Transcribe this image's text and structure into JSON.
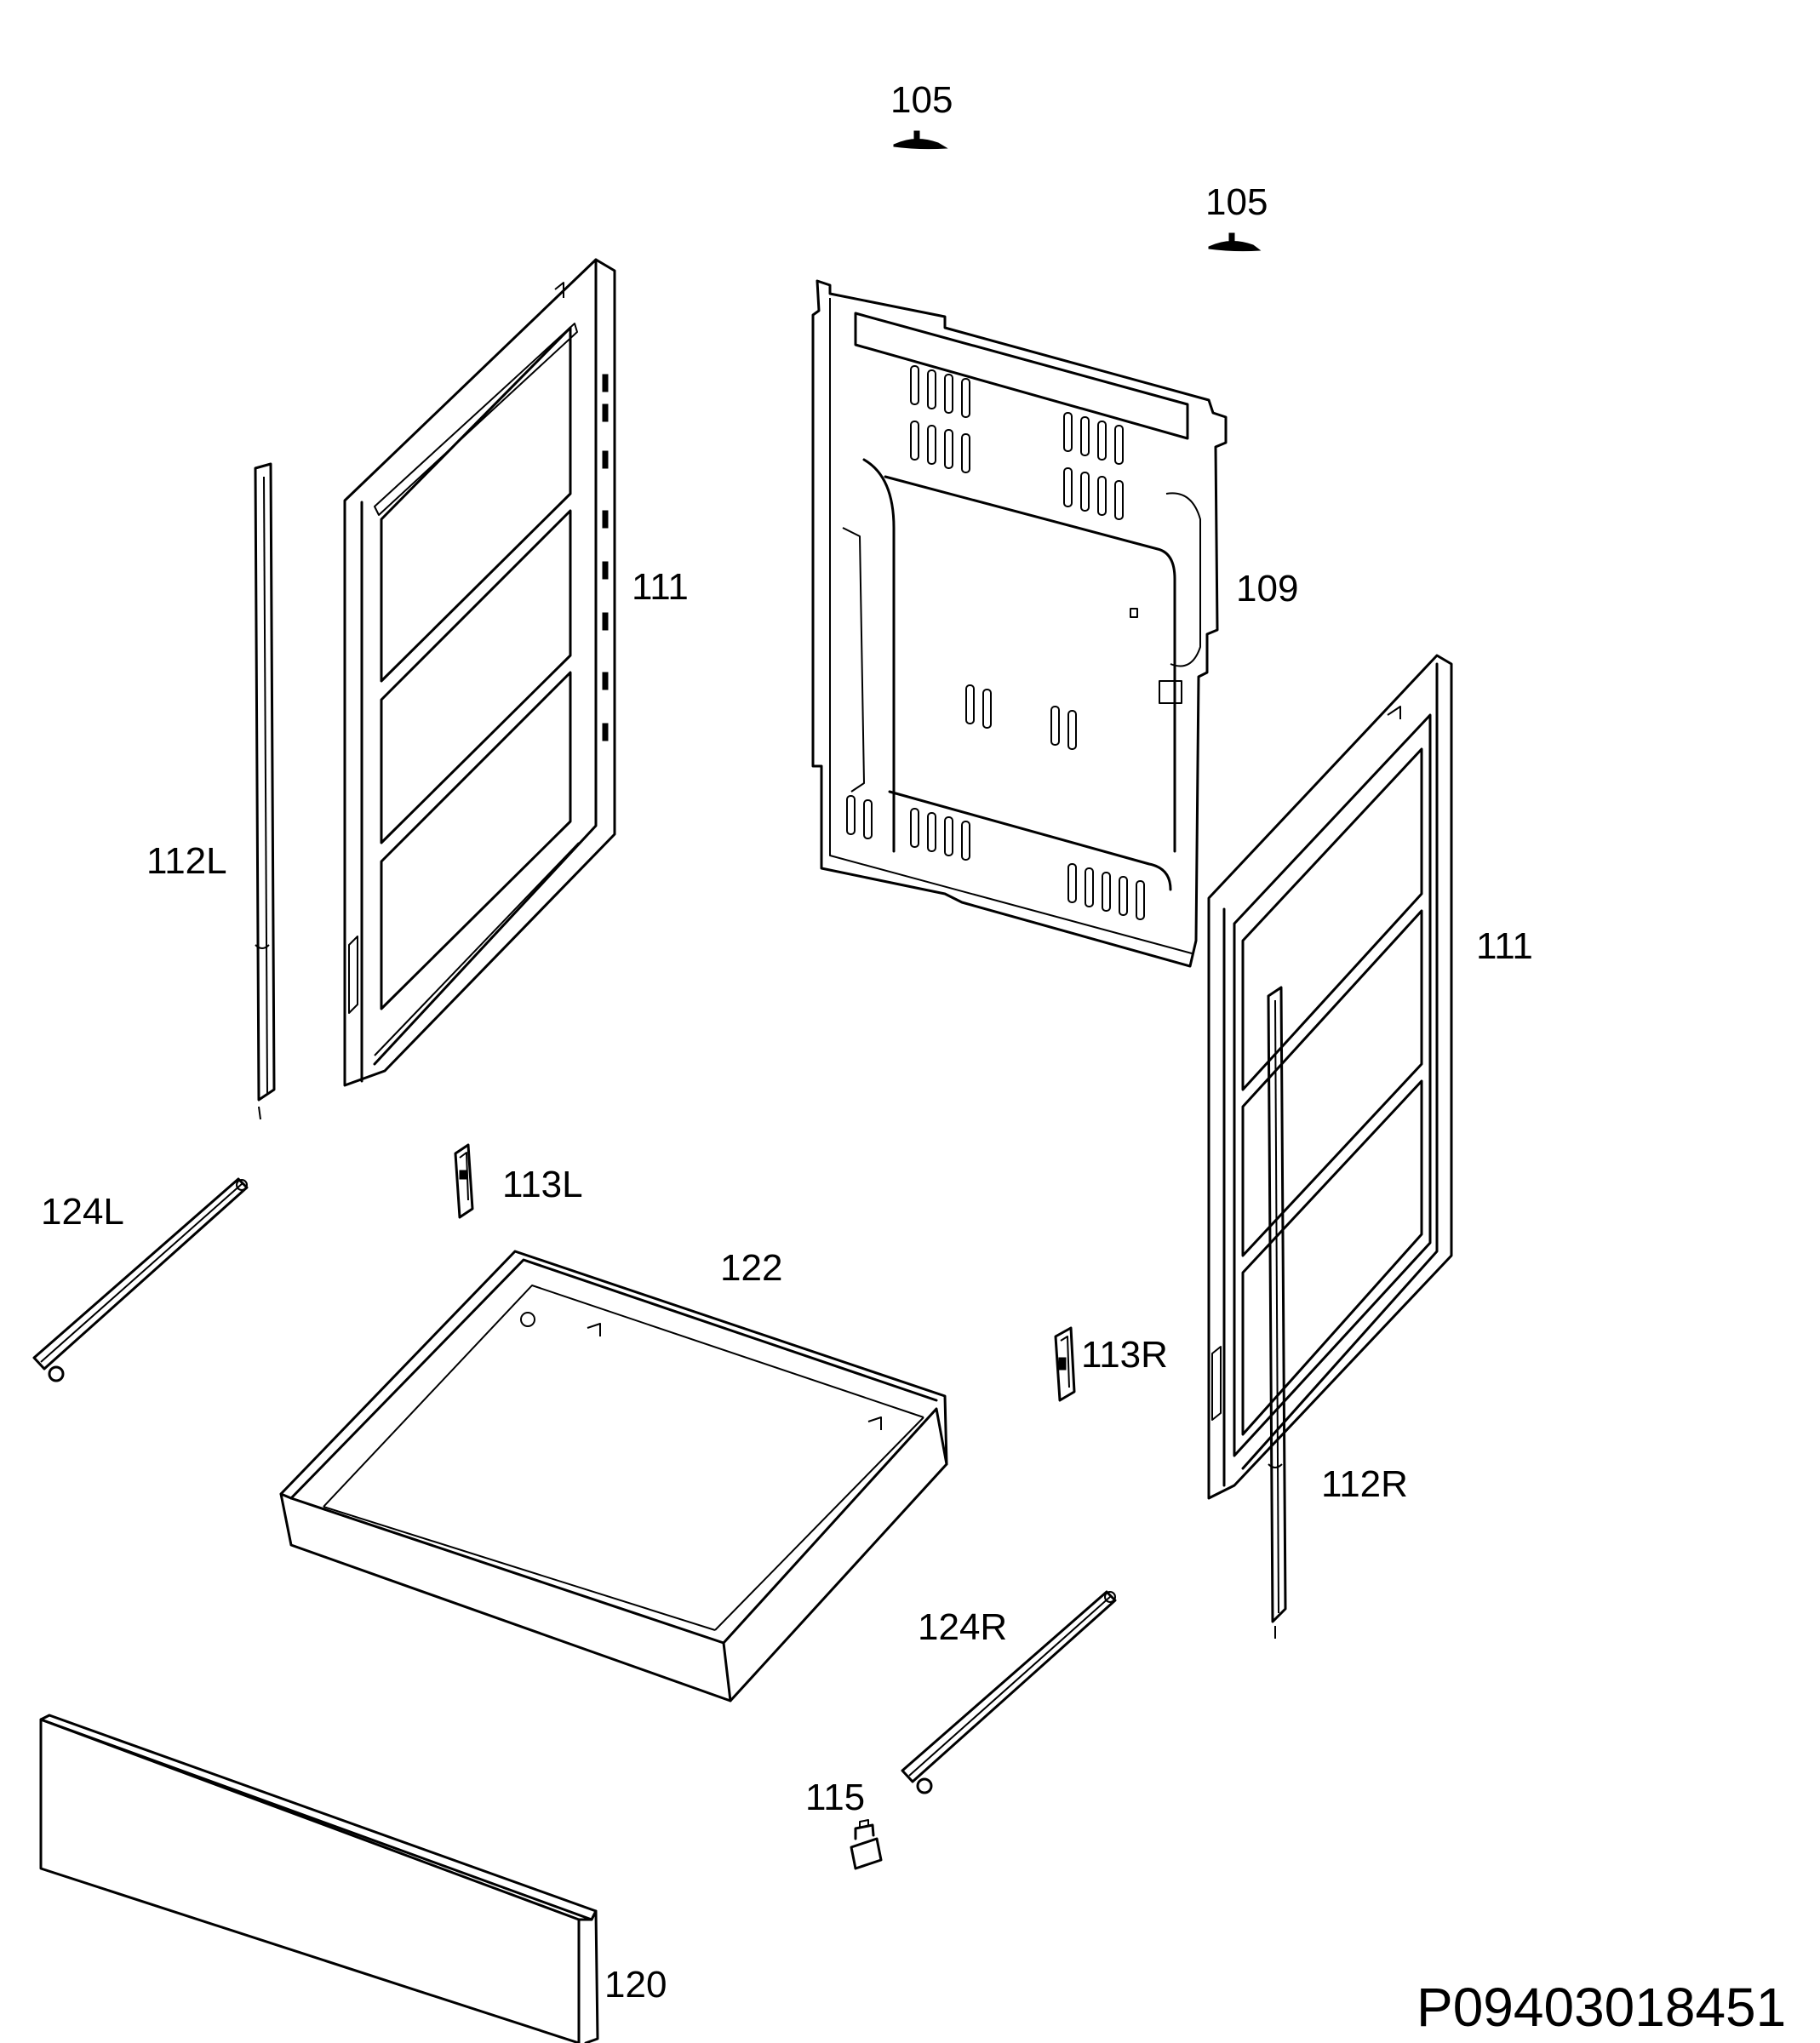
{
  "colors": {
    "line": "#000000",
    "background": "#ffffff"
  },
  "labels": {
    "p105_top": "105",
    "p105_right": "105",
    "p111_left": "111",
    "p109": "109",
    "p111_right": "111",
    "p112L": "112L",
    "p113L": "113L",
    "p124L": "124L",
    "p122": "122",
    "p113R": "113R",
    "p112R": "112R",
    "p124R": "124R",
    "p115": "115",
    "p120": "120"
  },
  "document_id": "P09403018451"
}
